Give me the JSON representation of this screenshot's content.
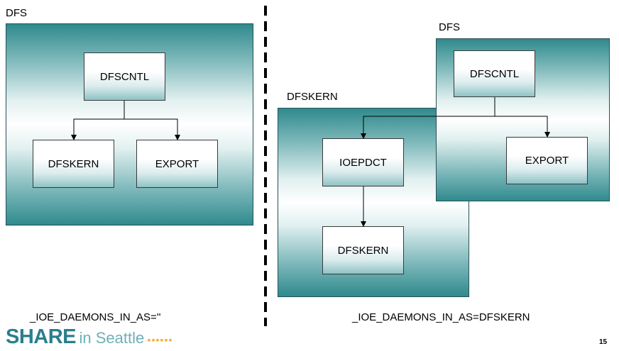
{
  "left": {
    "container_label": "DFS",
    "top_box": "DFSCNTL",
    "child_left": "DFSKERN",
    "child_right": "EXPORT",
    "setting": "_IOE_DAEMONS_IN_AS=''"
  },
  "right": {
    "back_label": "DFSKERN",
    "front_label": "DFS",
    "top_box": "DFSCNTL",
    "export_box": "EXPORT",
    "ioe_box": "IOEPDCT",
    "kern_box": "DFSKERN",
    "setting": "_IOE_DAEMONS_IN_AS=DFSKERN"
  },
  "footer": {
    "brand": "SHARE",
    "location": "in Seattle",
    "dots": "▪▪▪▪▪▪",
    "page": "15"
  },
  "colors": {
    "teal_dark": "#2f8a8d",
    "brand": "#2a7f8c",
    "accent": "#f2b03a"
  }
}
